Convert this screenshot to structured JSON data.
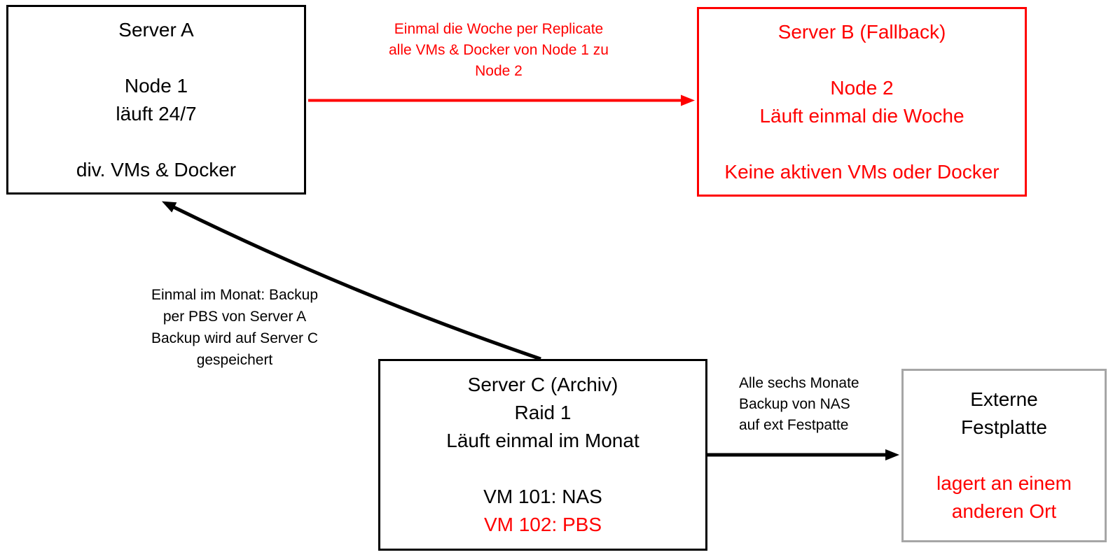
{
  "colors": {
    "red": "#FF0000",
    "black": "#000000",
    "gray_border": "#A6A6A6",
    "background": "#FFFFFF"
  },
  "boxes": {
    "server_a": {
      "name": "Server A",
      "lines": [
        "Server A",
        "",
        "Node 1",
        "läuft 24/7",
        "",
        "div. VMs & Docker"
      ]
    },
    "server_b": {
      "name": "Server B (Fallback)",
      "lines": [
        "Server B (Fallback)",
        "",
        "Node 2",
        "Läuft einmal die Woche",
        "",
        "Keine aktiven VMs oder Docker"
      ]
    },
    "server_c": {
      "name": "Server C (Archiv)",
      "lines": [
        "Server C (Archiv)",
        "Raid 1",
        "Läuft einmal im Monat",
        "",
        "VM 101: NAS",
        "VM 102: PBS"
      ]
    },
    "external_drive": {
      "name": "Externe Festplatte",
      "lines": [
        "Externe",
        "Festplatte",
        "",
        "lagert an einem",
        "anderen Ort"
      ]
    }
  },
  "arrow_labels": {
    "replicate": {
      "lines": [
        "Einmal die Woche per Replicate",
        "alle VMs & Docker von Node 1 zu",
        "Node 2"
      ]
    },
    "pbs_backup": {
      "lines": [
        "Einmal im Monat: Backup",
        "per PBS von Server A",
        "Backup wird auf Server C",
        "gespeichert"
      ]
    },
    "nas_backup": {
      "lines": [
        "Alle sechs Monate",
        "Backup von NAS",
        "auf ext Festpatte"
      ]
    }
  }
}
